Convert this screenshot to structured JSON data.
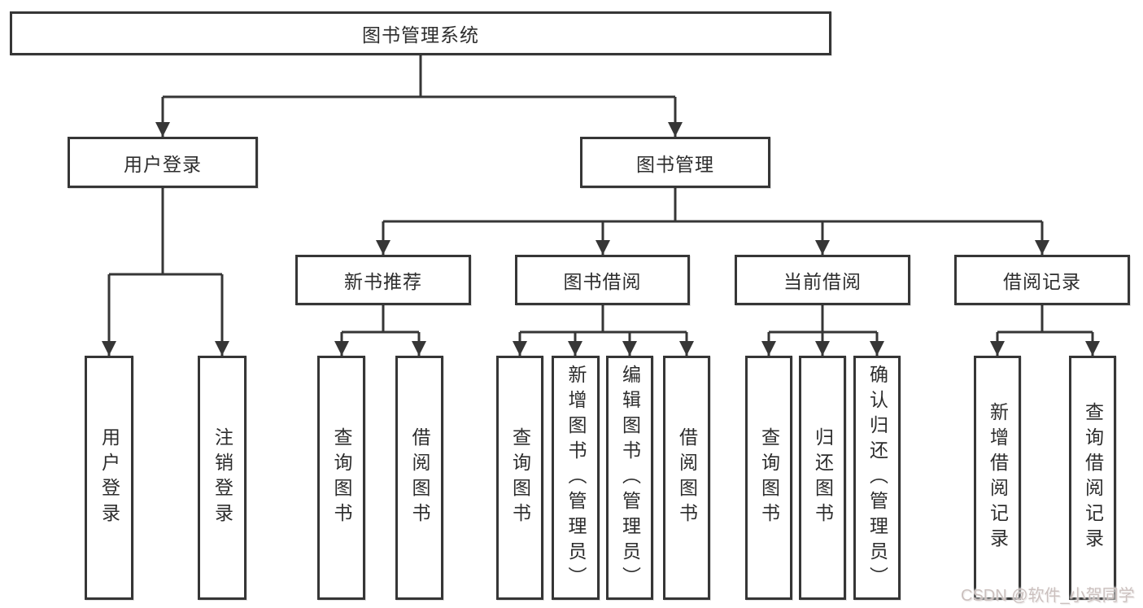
{
  "diagram_title": "图书管理系统",
  "nodes": {
    "root": "图书管理系统",
    "user_login": "用户登录",
    "book_mgmt": "图书管理",
    "new_books": "新书推荐",
    "book_borrow": "图书借阅",
    "current_borrow": "当前借阅",
    "borrow_records": "借阅记录",
    "leaf_user_login": "用户登录",
    "leaf_logout": "注销登录",
    "leaf_nb_query": "查询图书",
    "leaf_nb_borrow": "借阅图书",
    "leaf_bb_query": "查询图书",
    "leaf_bb_add": "新增图书（管理员）",
    "leaf_bb_edit": "编辑图书（管理员）",
    "leaf_bb_borrow": "借阅图书",
    "leaf_cb_query": "查询图书",
    "leaf_cb_return": "归还图书",
    "leaf_cb_confirm": "确认归还（管理员）",
    "leaf_br_add": "新增借阅记录",
    "leaf_br_query": "查询借阅记录"
  },
  "hierarchy": {
    "root": [
      "user_login",
      "book_mgmt"
    ],
    "user_login": [
      "leaf_user_login",
      "leaf_logout"
    ],
    "book_mgmt": [
      "new_books",
      "book_borrow",
      "current_borrow",
      "borrow_records"
    ],
    "new_books": [
      "leaf_nb_query",
      "leaf_nb_borrow"
    ],
    "book_borrow": [
      "leaf_bb_query",
      "leaf_bb_add",
      "leaf_bb_edit",
      "leaf_bb_borrow"
    ],
    "current_borrow": [
      "leaf_cb_query",
      "leaf_cb_return",
      "leaf_cb_confirm"
    ],
    "borrow_records": [
      "leaf_br_add",
      "leaf_br_query"
    ]
  },
  "watermark": "CSDN @软件_小贺同学",
  "colors": {
    "line": "#363636",
    "box_border": "#363636",
    "box_fill": "#ffffff",
    "text": "#2d2d2d",
    "background": "#ffffff",
    "watermark": "#cbc0be"
  }
}
